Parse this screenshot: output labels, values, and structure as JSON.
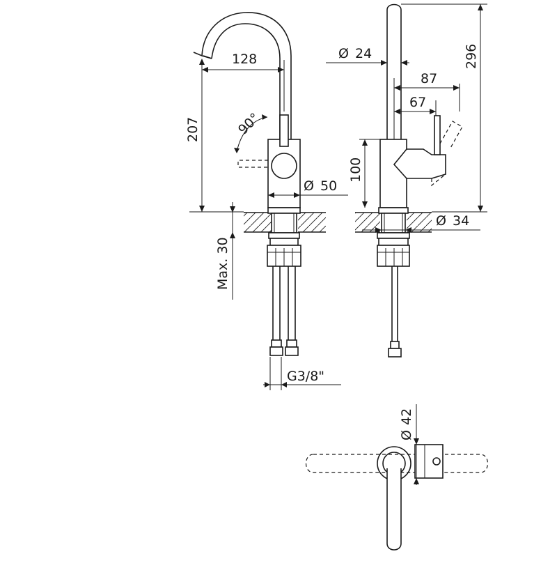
{
  "dimensions": {
    "spout_reach": "128",
    "height_207": "207",
    "rotation": "90°",
    "base_diameter": "50",
    "spout_diameter": "24",
    "reach_87": "87",
    "reach_67": "67",
    "height_100": "100",
    "total_height": "296",
    "hole_diameter": "34",
    "max_thickness": "Max. 30",
    "thread": "G3/8\"",
    "body_diameter": "42"
  }
}
